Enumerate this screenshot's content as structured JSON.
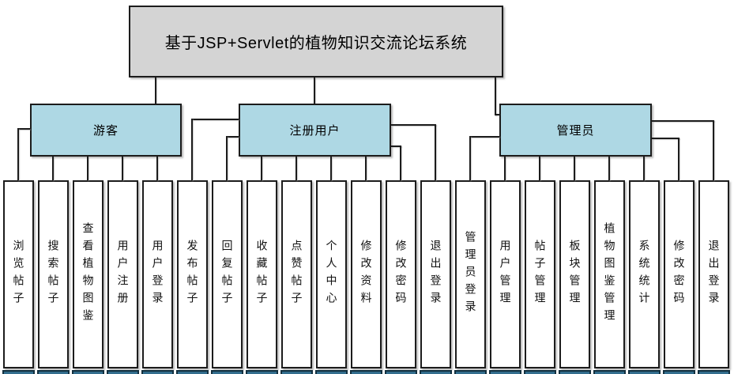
{
  "title": "基于JSP+Servlet的植物知识交流论坛系统",
  "branches": [
    {
      "label": "游客",
      "children": [
        "浏览帖子",
        "搜索帖子",
        "查看植物图鉴",
        "用户注册",
        "用户登录"
      ]
    },
    {
      "label": "注册用户",
      "children": [
        "发布帖子",
        "回复帖子",
        "收藏帖子",
        "点赞帖子",
        "个人中心",
        "修改资料",
        "修改密码",
        "退出登录"
      ]
    },
    {
      "label": "管理员",
      "children": [
        "管理员登录",
        "用户管理",
        "帖子管理",
        "板块管理",
        "植物图鉴管理",
        "系统统计",
        "修改密码",
        "退出登录"
      ]
    }
  ],
  "colors": {
    "root_fill": "#d4d4d4",
    "branch_fill": "#aed8e4",
    "leaf_fill": "#ffffff",
    "line": "#1c1c1c",
    "bottom_strip": "#336e8e"
  }
}
